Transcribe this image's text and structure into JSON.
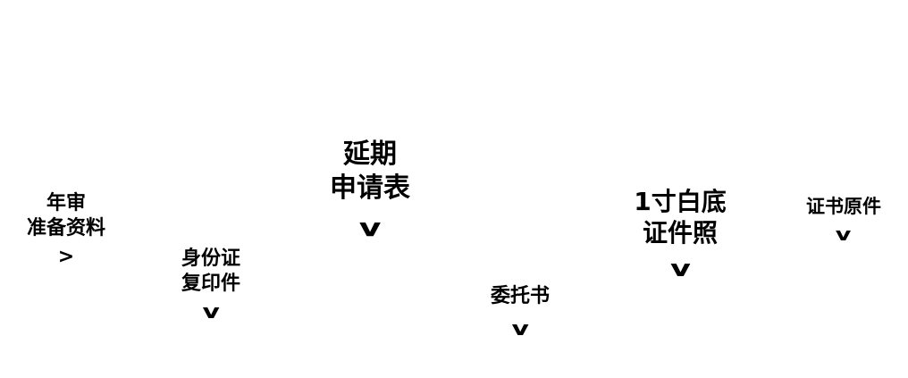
{
  "items": [
    {
      "line1": "年审",
      "line2": "准备资料",
      "mark": ">"
    },
    {
      "line1": "身份证",
      "line2": "复印件",
      "mark": "v"
    },
    {
      "line1": "延期",
      "line2": "申请表",
      "mark": "v"
    },
    {
      "line1": "",
      "line2": "委托书",
      "mark": "v"
    },
    {
      "line1": "1寸白底",
      "line2": "证件照",
      "mark": "v"
    },
    {
      "line1": "",
      "line2": "证书原件",
      "mark": "v"
    }
  ]
}
